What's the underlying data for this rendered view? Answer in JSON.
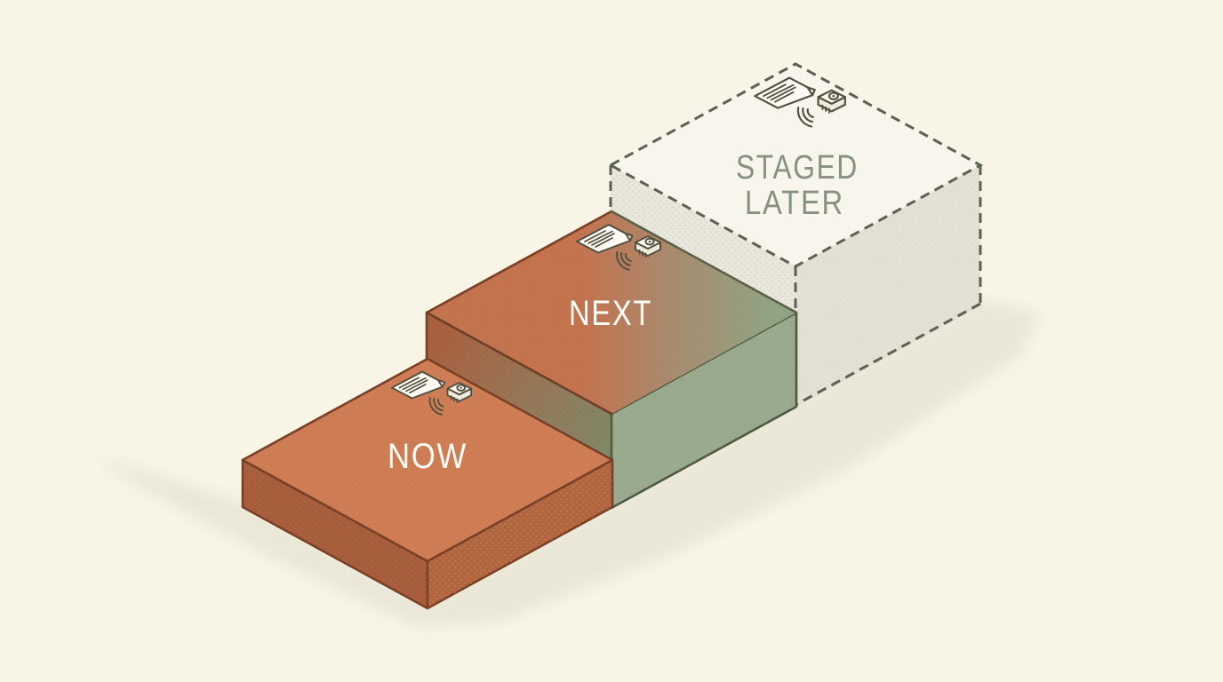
{
  "diagram": {
    "background_color": "#f8f5e7",
    "shadow_color": "#e7e4d4",
    "blocks": [
      {
        "id": "now",
        "label": "NOW",
        "label_color": "#fdfdf8",
        "top_color": "#cf7d55",
        "left_color": "#a95f3e",
        "right_color": "#b2663f",
        "outline_color": "#7a4026"
      },
      {
        "id": "next",
        "label": "NEXT",
        "label_color": "#fdfdf8",
        "top_gradient_start": "#c4734f",
        "top_gradient_mid": "#a98a6d",
        "top_gradient_end": "#92a284",
        "front_gradient_start": "#a9613f",
        "front_gradient_end": "#7e8a68",
        "right_color": "#9aaa8e",
        "outline_color_left": "#7c4529",
        "outline_color_right": "#4f5a42"
      },
      {
        "id": "staged-later",
        "label_line1": "STAGED",
        "label_line2": "LATER",
        "label_color": "#87917e",
        "top_color": "#f7f5ec",
        "left_color": "#e9e6db",
        "right_color": "#e4e0d4",
        "dash_color": "#5c6251"
      }
    ],
    "icons": {
      "document": "document-with-text-lines",
      "device": "wireless-sensor-device",
      "waves": "signal-waves"
    }
  }
}
